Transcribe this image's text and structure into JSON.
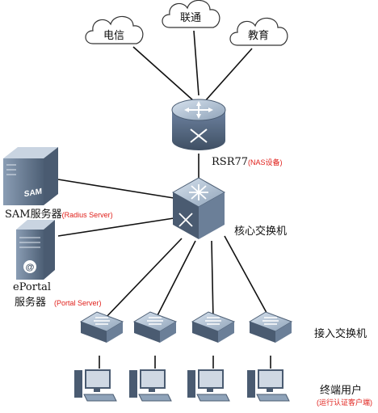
{
  "clouds": [
    {
      "label": "电信"
    },
    {
      "label": "联通"
    },
    {
      "label": "教育"
    }
  ],
  "devices": {
    "router": {
      "name": "RSR77",
      "note": "(NAS设备)"
    },
    "core_switch": {
      "name": "核心交换机"
    },
    "sam_server": {
      "icon_text": "SAM",
      "name": "SAM服务器",
      "note": "(Radius Server)"
    },
    "eportal_server": {
      "name_line1": "ePortal",
      "name_line2": "服务器",
      "note": "(Portal Server)"
    },
    "access_switches": {
      "label": "接入交换机",
      "count": 4
    },
    "end_users": {
      "label": "终端用户",
      "note": "(运行认证客户端)",
      "count": 4
    }
  },
  "colors": {
    "device_body": "#5b6f86",
    "device_top": "#a9b9cb",
    "cloud_stroke": "#333333",
    "link": "#111111",
    "note_red": "#e0201b"
  }
}
